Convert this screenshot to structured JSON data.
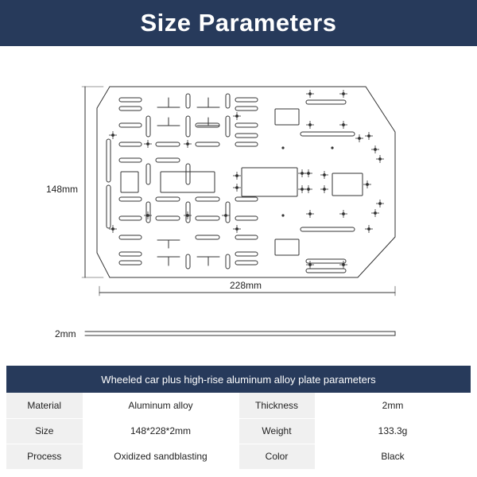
{
  "header": {
    "title": "Size Parameters"
  },
  "drawing": {
    "height_label": "148mm",
    "width_label": "228mm",
    "thickness_label": "2mm"
  },
  "table": {
    "title": "Wheeled car plus high-rise aluminum alloy plate parameters",
    "rows": [
      {
        "k1": "Material",
        "v1": "Aluminum alloy",
        "k2": "Thickness",
        "v2": "2mm"
      },
      {
        "k1": "Size",
        "v1": "148*228*2mm",
        "k2": "Weight",
        "v2": "133.3g"
      },
      {
        "k1": "Process",
        "v1": "Oxidized sandblasting",
        "k2": "Color",
        "v2": "Black"
      }
    ]
  }
}
